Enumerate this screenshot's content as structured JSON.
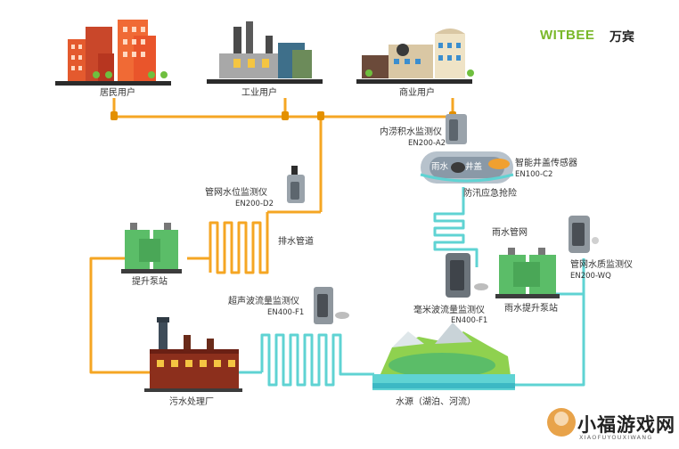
{
  "brand": {
    "name": "WITBEE",
    "name_cn": "万宾"
  },
  "users": {
    "residential": "居民用户",
    "industrial": "工业用户",
    "commercial": "商业用户"
  },
  "devices": {
    "level_monitor": {
      "name": "管网水位监测仪",
      "model": "EN200-D2"
    },
    "waterlogging_monitor": {
      "name": "内涝积水监测仪",
      "model": "EN200-A2"
    },
    "manhole_sensor": {
      "name": "智能井盖传感器",
      "model": "EN100-C2"
    },
    "quality_monitor": {
      "name": "管网水质监测仪",
      "model": "EN200-WQ"
    },
    "ultrasonic_flow": {
      "name": "超声波流量监测仪",
      "model": "EN400-F1"
    },
    "mmwave_flow": {
      "name": "毫米波流量监测仪",
      "model": "EN400-F1"
    }
  },
  "facilities": {
    "drain_pipe": "排水管道",
    "lift_pump": "提升泵站",
    "sewage_plant": "污水处理厂",
    "water_source": "水源（湖泊、河流）",
    "flood_rescue": "防汛应急抢险",
    "rain_pipe": "雨水管网",
    "rain_pump": "雨水提升泵站",
    "road_left": "雨水",
    "road_right": "井盖"
  },
  "watermark": {
    "main": "小福游戏网",
    "sub": "XIAOFUYOUXIWANG"
  },
  "colors": {
    "sewer": "#f5a623",
    "rain": "#5fd3d3",
    "brand": "#7ab829"
  }
}
